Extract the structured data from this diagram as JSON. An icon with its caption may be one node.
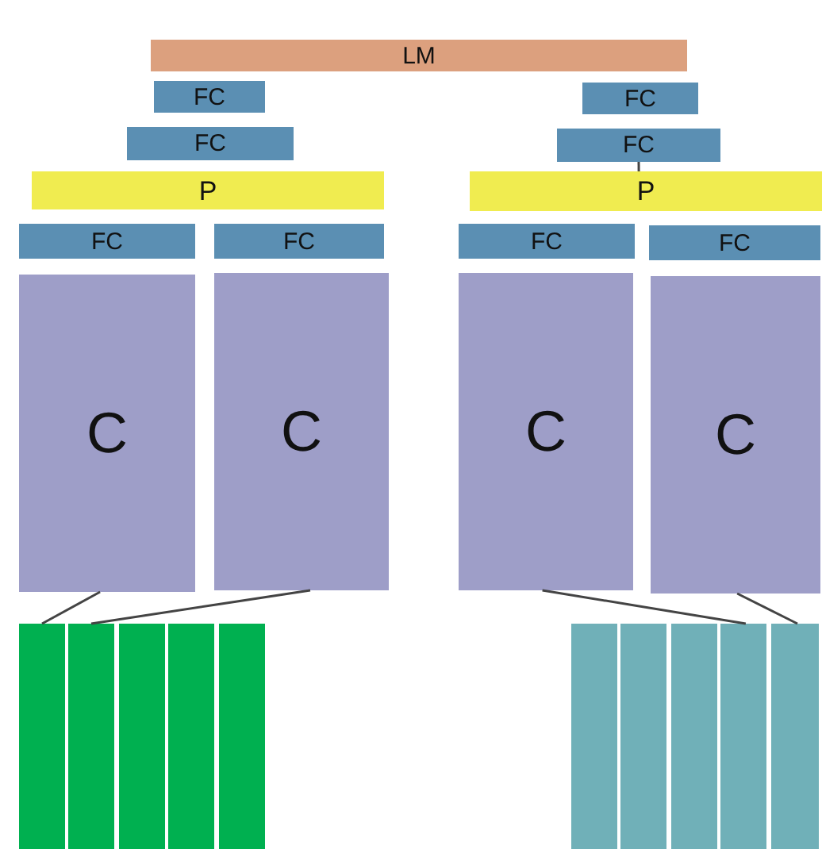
{
  "diagram": {
    "nodes": [
      {
        "text": [
          "LM"
        ]
      },
      {
        "text": [
          "FC"
        ]
      },
      {
        "text": [
          "FC"
        ]
      },
      {
        "text": [
          "P"
        ]
      },
      {
        "text": [
          "FC"
        ]
      },
      {
        "text": [
          "FC"
        ]
      },
      {
        "text": [
          "FC"
        ]
      },
      {
        "text": [
          "FC"
        ]
      },
      {
        "text": [
          "P"
        ]
      },
      {
        "text": [
          "FC"
        ]
      },
      {
        "text": [
          "FC"
        ]
      },
      {
        "text": [
          "C"
        ]
      },
      {
        "text": [
          "C"
        ]
      },
      {
        "text": [
          "C"
        ]
      },
      {
        "text": [
          "C"
        ]
      },
      {
        "text": [],
        "shape": "bar"
      },
      {
        "text": [],
        "shape": "bar"
      },
      {
        "text": [],
        "shape": "bar"
      },
      {
        "text": [],
        "shape": "bar"
      },
      {
        "text": [],
        "shape": "bar"
      },
      {
        "text": [],
        "shape": "bar"
      },
      {
        "text": [],
        "shape": "bar"
      },
      {
        "text": [],
        "shape": "bar"
      },
      {
        "text": [],
        "shape": "bar"
      },
      {
        "text": [],
        "shape": "bar"
      }
    ],
    "edges": [
      {
        "from": 7,
        "to": 8,
        "arrow": "none"
      },
      {
        "from": 11,
        "to": 15,
        "arrow": "none"
      },
      {
        "from": 12,
        "to": 16,
        "arrow": "none"
      },
      {
        "from": 13,
        "to": 23,
        "arrow": "none"
      },
      {
        "from": 14,
        "to": 24,
        "arrow": "none"
      }
    ]
  }
}
